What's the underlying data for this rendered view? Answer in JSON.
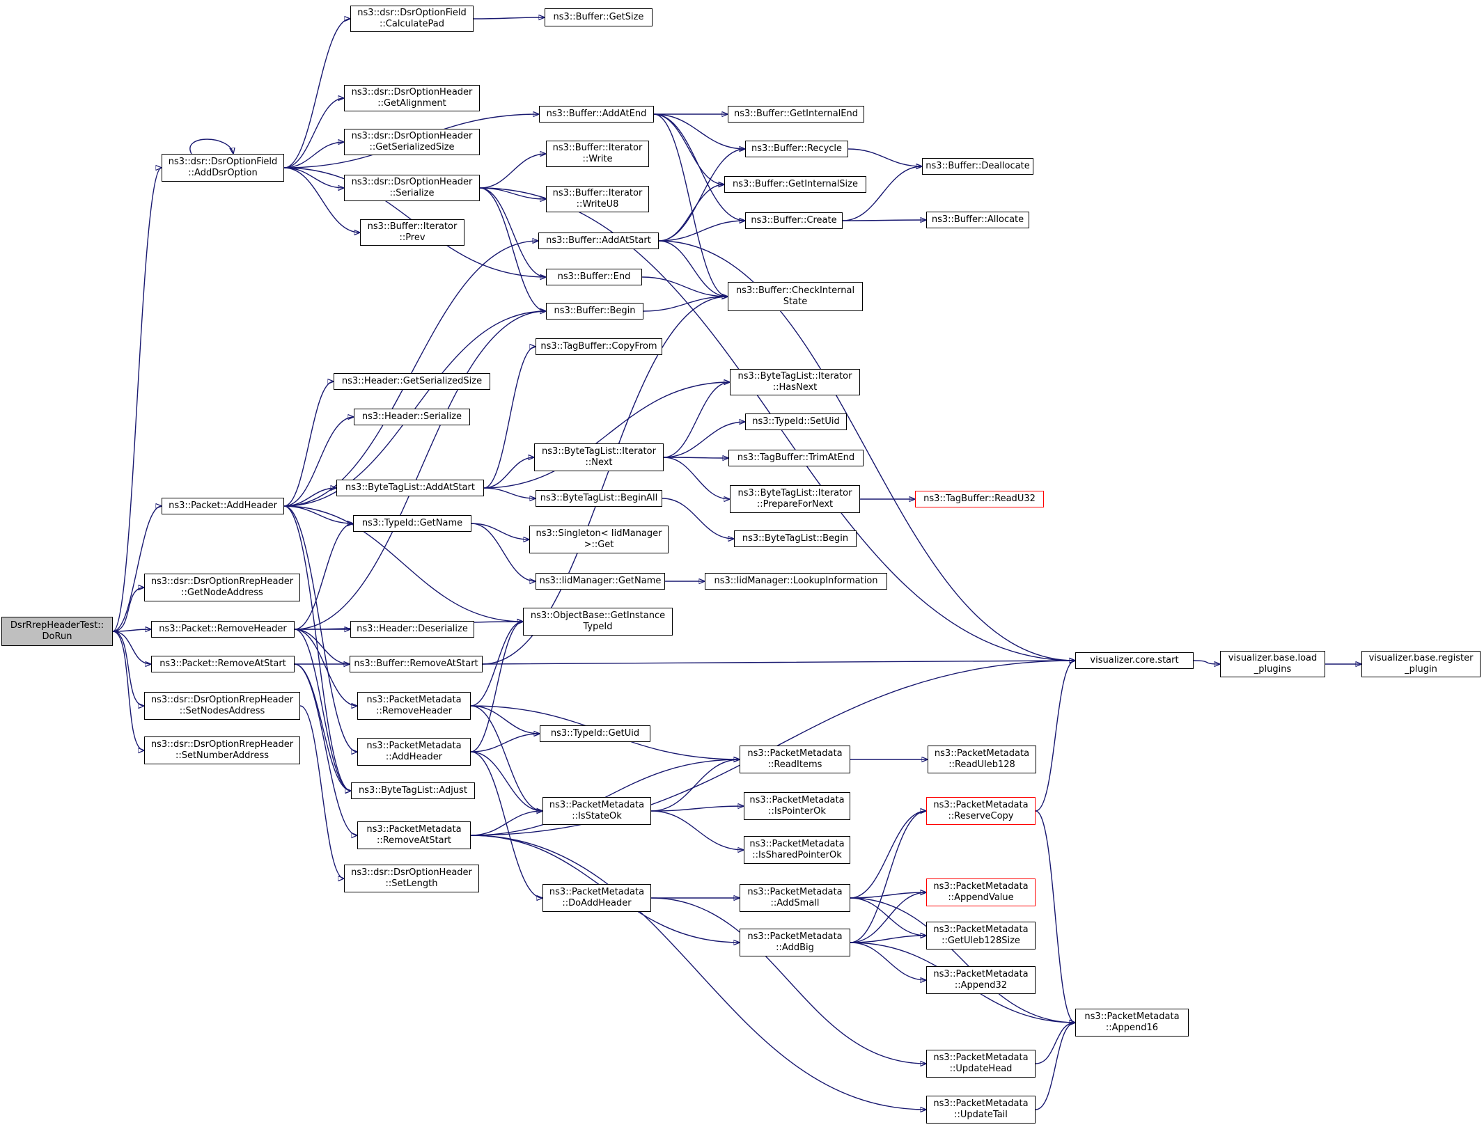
{
  "graph": {
    "edge_color": "#191970",
    "root_fill": "#bfbfbf",
    "truncated_border": "#ff0000",
    "nodes": [
      {
        "id": "root",
        "lines": [
          "DsrRrepHeaderTest::",
          "DoRun"
        ]
      },
      {
        "id": "calcpad",
        "lines": [
          "ns3::dsr::DsrOptionField",
          "::CalculatePad"
        ]
      },
      {
        "id": "bufgetsize",
        "lines": [
          "ns3::Buffer::GetSize"
        ]
      },
      {
        "id": "getalign",
        "lines": [
          "ns3::dsr::DsrOptionHeader",
          "::GetAlignment"
        ]
      },
      {
        "id": "optgetser",
        "lines": [
          "ns3::dsr::DsrOptionHeader",
          "::GetSerializedSize"
        ]
      },
      {
        "id": "adddsr",
        "lines": [
          "ns3::dsr::DsrOptionField",
          "::AddDsrOption"
        ]
      },
      {
        "id": "optser",
        "lines": [
          "ns3::dsr::DsrOptionHeader",
          "::Serialize"
        ]
      },
      {
        "id": "itprev",
        "lines": [
          "ns3::Buffer::Iterator",
          "::Prev"
        ]
      },
      {
        "id": "addatend",
        "lines": [
          "ns3::Buffer::AddAtEnd"
        ]
      },
      {
        "id": "itwrite",
        "lines": [
          "ns3::Buffer::Iterator",
          "::Write"
        ]
      },
      {
        "id": "itwriteu8",
        "lines": [
          "ns3::Buffer::Iterator",
          "::WriteU8"
        ]
      },
      {
        "id": "addatstart",
        "lines": [
          "ns3::Buffer::AddAtStart"
        ]
      },
      {
        "id": "bufend",
        "lines": [
          "ns3::Buffer::End"
        ]
      },
      {
        "id": "bufbegin",
        "lines": [
          "ns3::Buffer::Begin"
        ]
      },
      {
        "id": "tagcopy",
        "lines": [
          "ns3::TagBuffer::CopyFrom"
        ]
      },
      {
        "id": "getintend",
        "lines": [
          "ns3::Buffer::GetInternalEnd"
        ]
      },
      {
        "id": "recycle",
        "lines": [
          "ns3::Buffer::Recycle"
        ]
      },
      {
        "id": "getintsize",
        "lines": [
          "ns3::Buffer::GetInternalSize"
        ]
      },
      {
        "id": "create",
        "lines": [
          "ns3::Buffer::Create"
        ]
      },
      {
        "id": "checkint",
        "lines": [
          "ns3::Buffer::CheckInternal",
          "State"
        ]
      },
      {
        "id": "dealloc",
        "lines": [
          "ns3::Buffer::Deallocate"
        ]
      },
      {
        "id": "alloc",
        "lines": [
          "ns3::Buffer::Allocate"
        ]
      },
      {
        "id": "hdrgetser",
        "lines": [
          "ns3::Header::GetSerializedSize"
        ]
      },
      {
        "id": "hdrser",
        "lines": [
          "ns3::Header::Serialize"
        ]
      },
      {
        "id": "pktaddhdr",
        "lines": [
          "ns3::Packet::AddHeader"
        ]
      },
      {
        "id": "btladdstart",
        "lines": [
          "ns3::ByteTagList::AddAtStart"
        ]
      },
      {
        "id": "typegetname",
        "lines": [
          "ns3::TypeId::GetName"
        ]
      },
      {
        "id": "btlitnext",
        "lines": [
          "ns3::ByteTagList::Iterator",
          "::Next"
        ]
      },
      {
        "id": "btlbeginall",
        "lines": [
          "ns3::ByteTagList::BeginAll"
        ]
      },
      {
        "id": "singleton",
        "lines": [
          "ns3::Singleton< IidManager",
          " >::Get"
        ]
      },
      {
        "id": "iidgetname",
        "lines": [
          "ns3::IidManager::GetName"
        ]
      },
      {
        "id": "iidlookup",
        "lines": [
          "ns3::IidManager::LookupInformation"
        ]
      },
      {
        "id": "hasnext",
        "lines": [
          "ns3::ByteTagList::Iterator",
          "::HasNext"
        ]
      },
      {
        "id": "setuid",
        "lines": [
          "ns3::TypeId::SetUid"
        ]
      },
      {
        "id": "trimatend",
        "lines": [
          "ns3::TagBuffer::TrimAtEnd"
        ]
      },
      {
        "id": "prepnext",
        "lines": [
          "ns3::ByteTagList::Iterator",
          "::PrepareForNext"
        ]
      },
      {
        "id": "readu32",
        "lines": [
          "ns3::TagBuffer::ReadU32"
        ],
        "truncated": true
      },
      {
        "id": "btlbegin",
        "lines": [
          "ns3::ByteTagList::Begin"
        ]
      },
      {
        "id": "getnodeaddr",
        "lines": [
          "ns3::dsr::DsrOptionRrepHeader",
          "::GetNodeAddress"
        ]
      },
      {
        "id": "pktremhdr",
        "lines": [
          "ns3::Packet::RemoveHeader"
        ]
      },
      {
        "id": "hdrdeser",
        "lines": [
          "ns3::Header::Deserialize"
        ]
      },
      {
        "id": "getinsttid",
        "lines": [
          "ns3::ObjectBase::GetInstance",
          "TypeId"
        ]
      },
      {
        "id": "pktremstart",
        "lines": [
          "ns3::Packet::RemoveAtStart"
        ]
      },
      {
        "id": "bufremstart",
        "lines": [
          "ns3::Buffer::RemoveAtStart"
        ]
      },
      {
        "id": "vizstart",
        "lines": [
          "visualizer.core.start"
        ]
      },
      {
        "id": "vizload",
        "lines": [
          "visualizer.base.load",
          "_plugins"
        ]
      },
      {
        "id": "vizreg",
        "lines": [
          "visualizer.base.register",
          "_plugin"
        ]
      },
      {
        "id": "setnodes",
        "lines": [
          "ns3::dsr::DsrOptionRrepHeader",
          "::SetNodesAddress"
        ]
      },
      {
        "id": "pmremhdr",
        "lines": [
          "ns3::PacketMetadata",
          "::RemoveHeader"
        ]
      },
      {
        "id": "setnumaddr",
        "lines": [
          "ns3::dsr::DsrOptionRrepHeader",
          "::SetNumberAddress"
        ]
      },
      {
        "id": "typegetuid",
        "lines": [
          "ns3::TypeId::GetUid"
        ]
      },
      {
        "id": "pmaddhdr",
        "lines": [
          "ns3::PacketMetadata",
          "::AddHeader"
        ]
      },
      {
        "id": "readitems",
        "lines": [
          "ns3::PacketMetadata",
          "::ReadItems"
        ]
      },
      {
        "id": "readuleb",
        "lines": [
          "ns3::PacketMetadata",
          "::ReadUleb128"
        ]
      },
      {
        "id": "btladjust",
        "lines": [
          "ns3::ByteTagList::Adjust"
        ]
      },
      {
        "id": "isstateok",
        "lines": [
          "ns3::PacketMetadata",
          "::IsStateOk"
        ]
      },
      {
        "id": "ispointerok",
        "lines": [
          "ns3::PacketMetadata",
          "::IsPointerOk"
        ]
      },
      {
        "id": "reservecopy",
        "lines": [
          "ns3::PacketMetadata",
          "::ReserveCopy"
        ],
        "truncated": true
      },
      {
        "id": "pmremstart",
        "lines": [
          "ns3::PacketMetadata",
          "::RemoveAtStart"
        ]
      },
      {
        "id": "issharedok",
        "lines": [
          "ns3::PacketMetadata",
          "::IsSharedPointerOk"
        ]
      },
      {
        "id": "setlength",
        "lines": [
          "ns3::dsr::DsrOptionHeader",
          "::SetLength"
        ]
      },
      {
        "id": "doaddhdr",
        "lines": [
          "ns3::PacketMetadata",
          "::DoAddHeader"
        ]
      },
      {
        "id": "addsmall",
        "lines": [
          "ns3::PacketMetadata",
          "::AddSmall"
        ]
      },
      {
        "id": "appendvalue",
        "lines": [
          "ns3::PacketMetadata",
          "::AppendValue"
        ],
        "truncated": true
      },
      {
        "id": "addbig",
        "lines": [
          "ns3::PacketMetadata",
          "::AddBig"
        ]
      },
      {
        "id": "getuleb",
        "lines": [
          "ns3::PacketMetadata",
          "::GetUleb128Size"
        ]
      },
      {
        "id": "append32",
        "lines": [
          "ns3::PacketMetadata",
          "::Append32"
        ]
      },
      {
        "id": "append16",
        "lines": [
          "ns3::PacketMetadata",
          "::Append16"
        ]
      },
      {
        "id": "updatehead",
        "lines": [
          "ns3::PacketMetadata",
          "::UpdateHead"
        ]
      },
      {
        "id": "updatetail",
        "lines": [
          "ns3::PacketMetadata",
          "::UpdateTail"
        ]
      }
    ],
    "edges": [
      [
        "root",
        "adddsr"
      ],
      [
        "root",
        "pktaddhdr"
      ],
      [
        "root",
        "getnodeaddr"
      ],
      [
        "root",
        "pktremhdr"
      ],
      [
        "root",
        "pktremstart"
      ],
      [
        "root",
        "setnodes"
      ],
      [
        "root",
        "setnumaddr"
      ],
      [
        "adddsr",
        "adddsr"
      ],
      [
        "adddsr",
        "calcpad"
      ],
      [
        "adddsr",
        "getalign"
      ],
      [
        "adddsr",
        "optgetser"
      ],
      [
        "adddsr",
        "optser"
      ],
      [
        "adddsr",
        "itprev"
      ],
      [
        "adddsr",
        "addatend"
      ],
      [
        "adddsr",
        "bufend"
      ],
      [
        "calcpad",
        "bufgetsize"
      ],
      [
        "optser",
        "itwrite"
      ],
      [
        "optser",
        "itwriteu8"
      ],
      [
        "optser",
        "bufend"
      ],
      [
        "optser",
        "bufbegin"
      ],
      [
        "optser",
        "vizstart"
      ],
      [
        "addatend",
        "getintend"
      ],
      [
        "addatend",
        "recycle"
      ],
      [
        "addatend",
        "getintsize"
      ],
      [
        "addatend",
        "create"
      ],
      [
        "addatend",
        "checkint"
      ],
      [
        "addatstart",
        "recycle"
      ],
      [
        "addatstart",
        "getintsize"
      ],
      [
        "addatstart",
        "create"
      ],
      [
        "addatstart",
        "checkint"
      ],
      [
        "addatstart",
        "vizstart"
      ],
      [
        "recycle",
        "dealloc"
      ],
      [
        "create",
        "dealloc"
      ],
      [
        "create",
        "alloc"
      ],
      [
        "bufend",
        "checkint"
      ],
      [
        "bufbegin",
        "checkint"
      ],
      [
        "pktaddhdr",
        "addatstart"
      ],
      [
        "pktaddhdr",
        "bufbegin"
      ],
      [
        "pktaddhdr",
        "hdrgetser"
      ],
      [
        "pktaddhdr",
        "hdrser"
      ],
      [
        "pktaddhdr",
        "btladdstart"
      ],
      [
        "pktaddhdr",
        "typegetname"
      ],
      [
        "pktaddhdr",
        "getinsttid"
      ],
      [
        "pktaddhdr",
        "pmaddhdr"
      ],
      [
        "pktaddhdr",
        "btladjust"
      ],
      [
        "btladdstart",
        "tagcopy"
      ],
      [
        "btladdstart",
        "btlitnext"
      ],
      [
        "btladdstart",
        "btlbeginall"
      ],
      [
        "btladdstart",
        "hasnext"
      ],
      [
        "btlitnext",
        "hasnext"
      ],
      [
        "btlitnext",
        "setuid"
      ],
      [
        "btlitnext",
        "trimatend"
      ],
      [
        "btlitnext",
        "prepnext"
      ],
      [
        "prepnext",
        "readu32"
      ],
      [
        "btlbeginall",
        "btlbegin"
      ],
      [
        "typegetname",
        "singleton"
      ],
      [
        "typegetname",
        "iidgetname"
      ],
      [
        "iidgetname",
        "iidlookup"
      ],
      [
        "pktremhdr",
        "hdrdeser"
      ],
      [
        "pktremhdr",
        "getinsttid"
      ],
      [
        "pktremhdr",
        "typegetname"
      ],
      [
        "pktremhdr",
        "bufremstart"
      ],
      [
        "pktremhdr",
        "pmremhdr"
      ],
      [
        "pktremhdr",
        "btladjust"
      ],
      [
        "pktremhdr",
        "bufbegin"
      ],
      [
        "pktremstart",
        "bufremstart"
      ],
      [
        "pktremstart",
        "pmremstart"
      ],
      [
        "pktremstart",
        "btladjust"
      ],
      [
        "bufremstart",
        "vizstart"
      ],
      [
        "bufremstart",
        "checkint"
      ],
      [
        "vizstart",
        "vizload"
      ],
      [
        "vizload",
        "vizreg"
      ],
      [
        "setnodes",
        "setlength"
      ],
      [
        "pmremhdr",
        "getinsttid"
      ],
      [
        "pmremhdr",
        "typegetuid"
      ],
      [
        "pmremhdr",
        "readitems"
      ],
      [
        "pmremhdr",
        "isstateok"
      ],
      [
        "pmaddhdr",
        "getinsttid"
      ],
      [
        "pmaddhdr",
        "typegetuid"
      ],
      [
        "pmaddhdr",
        "isstateok"
      ],
      [
        "pmaddhdr",
        "doaddhdr"
      ],
      [
        "readitems",
        "readuleb"
      ],
      [
        "isstateok",
        "readitems"
      ],
      [
        "isstateok",
        "ispointerok"
      ],
      [
        "isstateok",
        "issharedok"
      ],
      [
        "pmremstart",
        "isstateok"
      ],
      [
        "pmremstart",
        "readitems"
      ],
      [
        "pmremstart",
        "vizstart"
      ],
      [
        "pmremstart",
        "addbig"
      ],
      [
        "pmremstart",
        "updatetail"
      ],
      [
        "doaddhdr",
        "addsmall"
      ],
      [
        "doaddhdr",
        "updatehead"
      ],
      [
        "addsmall",
        "reservecopy"
      ],
      [
        "addsmall",
        "appendvalue"
      ],
      [
        "addsmall",
        "getuleb"
      ],
      [
        "addsmall",
        "append16"
      ],
      [
        "addbig",
        "reservecopy"
      ],
      [
        "addbig",
        "appendvalue"
      ],
      [
        "addbig",
        "getuleb"
      ],
      [
        "addbig",
        "append32"
      ],
      [
        "addbig",
        "append16"
      ],
      [
        "reservecopy",
        "vizstart"
      ],
      [
        "reservecopy",
        "append16"
      ],
      [
        "updatehead",
        "append16"
      ],
      [
        "updatetail",
        "append16"
      ]
    ]
  }
}
